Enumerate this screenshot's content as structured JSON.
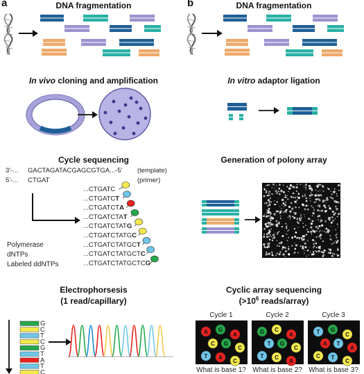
{
  "panel_a": {
    "letter": "a",
    "dna_fragmentation": "DNA fragmentation",
    "cloning_prefix": "In vivo",
    "cloning_suffix": " cloning and amplification",
    "cycle_sequencing": "Cycle sequencing",
    "template_left": "3'-...",
    "template_seq": "GACTAGATACGAGCGTGA...-5'",
    "template_label": "(template)",
    "primer_left": "5'-...",
    "primer_seq": "CTGAT",
    "primer_label": "(primer)",
    "ladder": [
      {
        "prefix": "...CTGATC",
        "last": "",
        "color": "#f2e94e"
      },
      {
        "prefix": "...CTGATC",
        "last": "T",
        "color": "#6fc6e8"
      },
      {
        "prefix": "...CTGATCT",
        "last": "A",
        "color": "#e8221f"
      },
      {
        "prefix": "...CTGATCTA",
        "last": "T",
        "color": "#25a84a"
      },
      {
        "prefix": "...CTGATCTAT",
        "last": "G",
        "color": "#f2e94e"
      },
      {
        "prefix": "...CTGATCTATG",
        "last": "C",
        "color": "#f2e94e"
      },
      {
        "prefix": "...CTGATCTATGC",
        "last": "T",
        "color": "#6fc6e8"
      },
      {
        "prefix": "...CTGATCTATGCT",
        "last": "C",
        "color": "#6fc6e8"
      },
      {
        "prefix": "...CTGATCTATGCTC",
        "last": "G",
        "color": "#25a84a"
      }
    ],
    "reagents": [
      "Polymerase",
      "dNTPs",
      "Labeled ddNTPs"
    ],
    "electrophoresis": "Electrophorsesis",
    "electrophoresis_sub": "(1 read/capillary)",
    "gel_letters": [
      "G",
      "C",
      "T",
      "C",
      "G",
      "T",
      "A",
      "T",
      "C"
    ]
  },
  "panel_b": {
    "letter": "b",
    "dna_fragmentation": "DNA fragmentation",
    "ligation_prefix": "In vitro",
    "ligation_suffix": " adaptor ligation",
    "polony": "Generation of polony array",
    "cyclic": "Cyclic array sequencing",
    "cyclic_sub_pre": "(>10",
    "cyclic_sub_exp": "6",
    "cyclic_sub_post": " reads/array)",
    "cycles": [
      {
        "label": "Cycle 1",
        "question": "What is base 1?",
        "dots": [
          "A",
          "G",
          "A",
          "C",
          "G",
          "C",
          "T",
          "A",
          "C"
        ]
      },
      {
        "label": "Cycle 2",
        "question": "What is base 2?",
        "dots": [
          "G",
          "C",
          "A",
          "T",
          "G",
          "C",
          "T",
          "C",
          "A"
        ]
      },
      {
        "label": "Cycle 3",
        "question": "What is base 3?",
        "dots": [
          "T",
          "G",
          "C",
          "A",
          "T",
          "A",
          "C",
          "T",
          "C"
        ]
      }
    ]
  },
  "colors": {
    "A": "#e8221f",
    "C": "#f2e94e",
    "G": "#25a84a",
    "T": "#6fc6e8",
    "navy": "#1f5f96",
    "teal": "#2ab0a6",
    "purple": "#9b93cf",
    "orange": "#eda96a",
    "plasmid": "#a7a2da",
    "cell": "#b9b3e6",
    "cell_dot": "#3b3a8f"
  }
}
